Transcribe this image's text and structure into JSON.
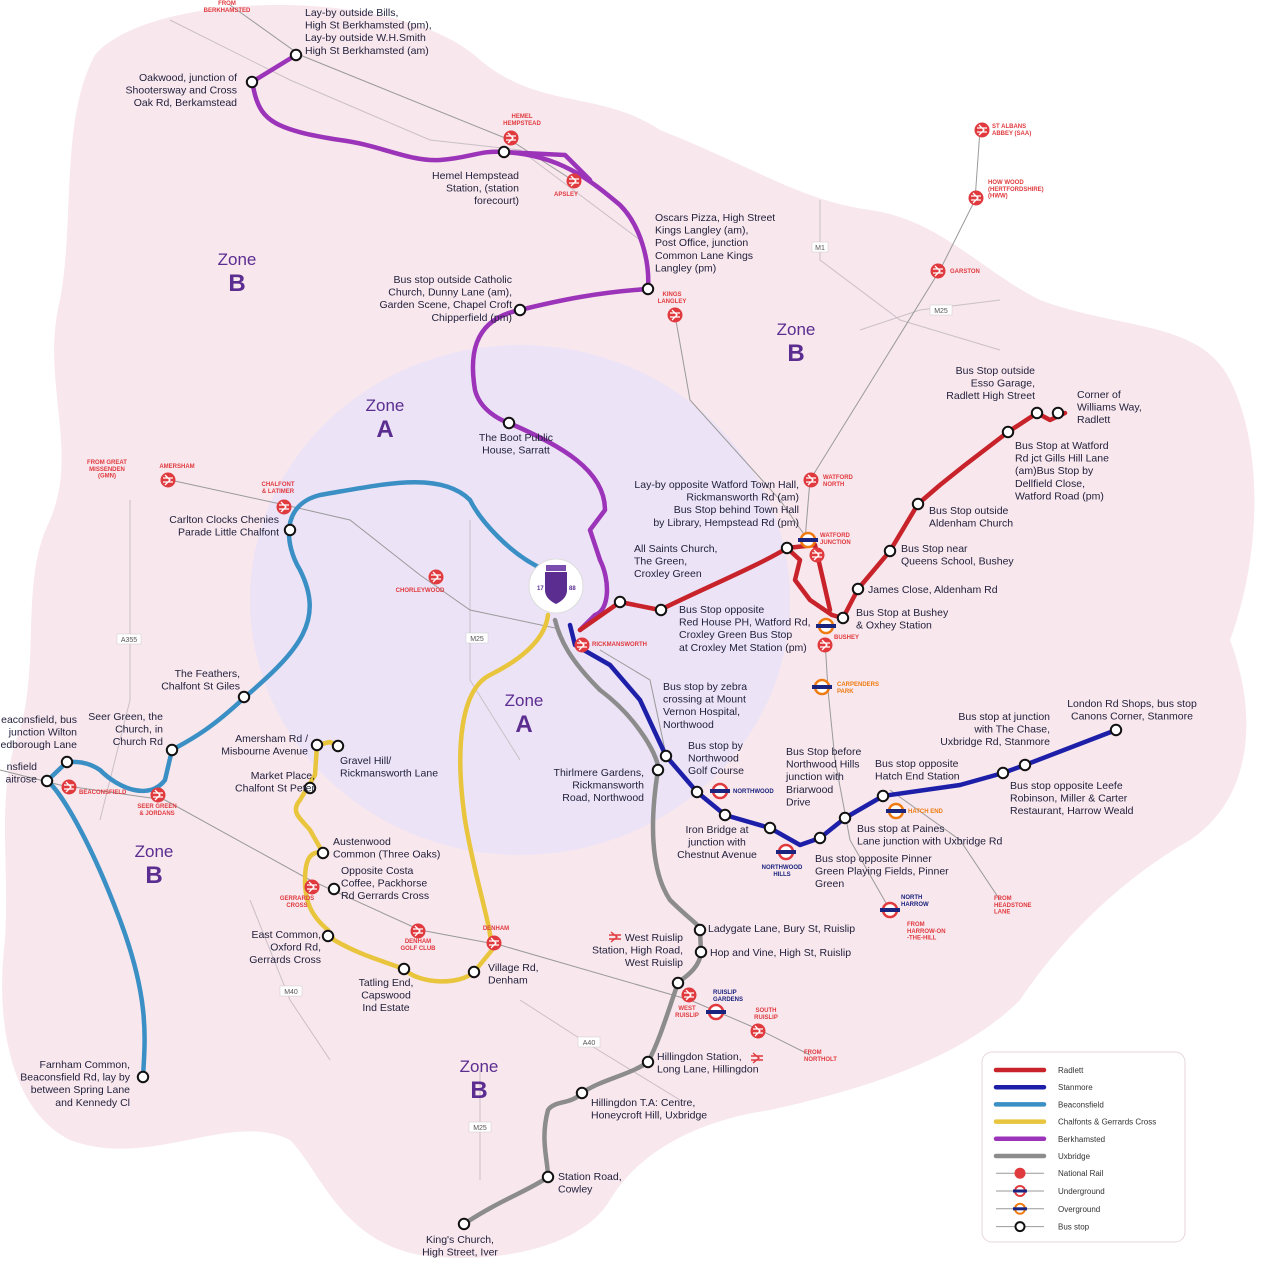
{
  "zones": [
    {
      "name": "Zone",
      "letter": "B",
      "id": "b-west"
    },
    {
      "name": "Zone",
      "letter": "B",
      "id": "b-east"
    },
    {
      "name": "Zone",
      "letter": "A",
      "id": "a-north"
    },
    {
      "name": "Zone",
      "letter": "A",
      "id": "a-south"
    },
    {
      "name": "Zone",
      "letter": "B",
      "id": "b-southwest"
    },
    {
      "name": "Zone",
      "letter": "B",
      "id": "b-south"
    }
  ],
  "roads": [
    "M1",
    "M25",
    "A355",
    "M25",
    "M40",
    "A40",
    "M25"
  ],
  "stops": {
    "berk1": [
      "Lay-by outside Bills,",
      "High St Berkhamsted (pm),",
      "Lay-by outside W.H.Smith",
      "High St Berkhamsted (am)"
    ],
    "oak": [
      "Oakwood, junction of",
      "Shootersway and Cross",
      "Oak Rd, Berkamstead"
    ],
    "hemel": [
      "Hemel Hempstead",
      "Station, (station",
      "forecourt)"
    ],
    "oscars": [
      "Oscars Pizza, High Street",
      "Kings Langley (am),",
      "Post Office, junction",
      "Common Lane Kings",
      "Langley (pm)"
    ],
    "catholic": [
      "Bus stop outside Catholic",
      "Church, Dunny Lane (am),",
      "Garden Scene, Chapel Croft",
      "Chipperfield (pm)"
    ],
    "boot": [
      "The Boot Public",
      "House, Sarratt"
    ],
    "watfordhall": [
      "Lay-by opposite Watford Town Hall,",
      "Rickmansworth Rd (am)",
      "Bus Stop behind Town Hall",
      "by Library, Hempstead Rd (pm)"
    ],
    "allsaints": [
      "All Saints Church,",
      "The Green,",
      "Croxley Green"
    ],
    "redhouse": [
      "Bus Stop opposite",
      "Red House PH, Watford Rd,",
      "Croxley Green Bus Stop",
      "at Croxley Met Station (pm)"
    ],
    "esso": [
      "Bus Stop outside",
      "Esso Garage,",
      "Radlett High Street"
    ],
    "williams": [
      "Corner of",
      "Williams Way,",
      "Radlett"
    ],
    "gills": [
      "Bus Stop at Watford",
      "Rd jct Gills Hill Lane",
      "(am)Bus Stop by",
      "Dellfield Close,",
      "Watford Road (pm)"
    ],
    "aldenham": [
      "Bus Stop outside",
      "Aldenham Church"
    ],
    "queens": [
      "Bus Stop near",
      "Queens School, Bushey"
    ],
    "james": [
      "James Close, Aldenham Rd"
    ],
    "bushey": [
      "Bus Stop at Bushey",
      "& Oxhey Station"
    ],
    "carlton": [
      "Carlton Clocks Chenies",
      "Parade Little Chalfont"
    ],
    "feathers": [
      "The Feathers,",
      "Chalfont St Giles"
    ],
    "seer": [
      "Seer Green, the",
      "Church, in",
      "Church Rd"
    ],
    "beacbus": [
      "eaconsfield, bus",
      "junction Wilton",
      "edborough Lane"
    ],
    "waitrose": [
      "nsfield",
      "aitrose"
    ],
    "amersham": [
      "Amersham Rd /",
      "Misbourne Avenue"
    ],
    "gravel": [
      "Gravel Hill/",
      "Rickmansworth Lane"
    ],
    "market": [
      "Market Place,",
      "Chalfont St Peter"
    ],
    "austen": [
      "Austenwood",
      "Common (Three Oaks)"
    ],
    "costa": [
      "Opposite Costa",
      "Coffee, Packhorse",
      "Rd Gerrards Cross"
    ],
    "eastcommon": [
      "East Common,",
      "Oxford Rd,",
      "Gerrards Cross"
    ],
    "tatling": [
      "Tatling End,",
      "Capswood",
      "Ind Estate"
    ],
    "village": [
      "Village Rd,",
      "Denham"
    ],
    "farnham": [
      "Farnham Common,",
      "Beaconsfield Rd, lay by",
      "between Spring Lane",
      "and Kennedy Cl"
    ],
    "zebra": [
      "Bus stop by zebra",
      "crossing at Mount",
      "Vernon Hospital,",
      "Northwood"
    ],
    "golf": [
      "Bus stop by",
      "Northwood",
      "Golf Course"
    ],
    "thirlmere": [
      "Thirlmere Gardens,",
      "Rickmansworth",
      "Road, Northwood"
    ],
    "ironbridge": [
      "Iron Bridge at",
      "junction with",
      "Chestnut Avenue"
    ],
    "briarwood": [
      "Bus Stop before",
      "Northwood Hills",
      "junction with",
      "Briarwood",
      "Drive"
    ],
    "hatchend": [
      "Bus stop opposite",
      "Hatch End Station"
    ],
    "chase": [
      "Bus stop at junction",
      "with The Chase,",
      "Uxbridge Rd, Stanmore"
    ],
    "canons": [
      "London Rd Shops, bus stop",
      "Canons Corner, Stanmore"
    ],
    "leefe": [
      "Bus stop opposite Leefe",
      "Robinson, Miller & Carter",
      "Restaurant, Harrow Weald"
    ],
    "paines": [
      "Bus stop at Paines",
      "Lane junction with Uxbridge Rd"
    ],
    "pinner": [
      "Bus stop opposite Pinner",
      "Green Playing Fields, Pinner",
      "Green"
    ],
    "ladygate": [
      "Ladygate Lane, Bury St, Ruislip"
    ],
    "hopvine": [
      "Hop and Vine, High St, Ruislip"
    ],
    "westruislip": [
      "West Ruislip",
      "Station, High Road,",
      "West Ruislip"
    ],
    "hillingdon": [
      "Hillingdon Station,",
      "Long Lane, Hillingdon"
    ],
    "hillta": [
      "Hillingdon T.A: Centre,",
      "Honeycroft Hill, Uxbridge"
    ],
    "cowley": [
      "Station Road,",
      "Cowley"
    ],
    "iver": [
      "King's Church,",
      "High Street, Iver"
    ]
  },
  "stations": {
    "from_berk": [
      "FROM",
      "BERKHAMSTED"
    ],
    "hemel": [
      "HEMEL",
      "HEMPSTEAD"
    ],
    "apsley": [
      "APSLEY"
    ],
    "kings": [
      "KINGS",
      "LANGLEY"
    ],
    "stalbans": [
      "ST ALBANS",
      "ABBEY (SAA)"
    ],
    "howwood": [
      "HOW WOOD",
      "(HERTFORDSHIRE)",
      "(HWW)"
    ],
    "garston": [
      "GARSTON"
    ],
    "watfordnorth": [
      "WATFORD",
      "NORTH"
    ],
    "watfordjn": [
      "WATFORD",
      "JUNCTION"
    ],
    "bushey": [
      "BUSHEY"
    ],
    "carpenders": [
      "CARPENDERS",
      "PARK"
    ],
    "amersham": [
      "AMERSHAM"
    ],
    "from_gmn": [
      "FROM GREAT",
      "MISSENDEN",
      "(GMN)"
    ],
    "chalfont": [
      "CHALFONT",
      "& LATIMER"
    ],
    "chorleywood": [
      "CHORLEYWOOD"
    ],
    "rickmansworth": [
      "RICKMANSWORTH"
    ],
    "beaconsfield": [
      "BEACONSFIELD"
    ],
    "seergreen": [
      "SEER GREEN",
      "& JORDANS"
    ],
    "gerrards": [
      "GERRARDS",
      "CROSS"
    ],
    "denhamgolf": [
      "DENHAM",
      "GOLF CLUB"
    ],
    "denham": [
      "DENHAM"
    ],
    "northwood": [
      "NORTHWOOD"
    ],
    "northwoodhills": [
      "NORTHWOOD",
      "HILLS"
    ],
    "hatchend": [
      "HATCH END"
    ],
    "northharrow": [
      "NORTH",
      "HARROW"
    ],
    "from_harrow": [
      "FROM",
      "HARROW-ON",
      "-THE-HILL"
    ],
    "from_headstone": [
      "FROM",
      "HEADSTONE",
      "LANE"
    ],
    "westruislip": [
      "WEST",
      "RUISLIP"
    ],
    "ruislipgardens": [
      "RUISLIP",
      "GARDENS"
    ],
    "southruislip": [
      "SOUTH",
      "RUISLIP"
    ],
    "from_northolt": [
      "FROM",
      "NORTHOLT"
    ]
  },
  "crest": {
    "left": "17",
    "right": "88"
  },
  "routes": [
    {
      "name": "Radlett",
      "color": "#c8232a"
    },
    {
      "name": "Stanmore",
      "color": "#1d1fa8"
    },
    {
      "name": "Beaconsfield",
      "color": "#3a8fc4"
    },
    {
      "name": "Chalfonts & Gerrards Cross",
      "color": "#e8c53d"
    },
    {
      "name": "Berkhamsted",
      "color": "#9b34b8"
    },
    {
      "name": "Uxbridge",
      "color": "#8c8c8c"
    }
  ],
  "legend": {
    "rail": "National Rail",
    "underground": "Underground",
    "overground": "Overground",
    "busstop": "Bus stop"
  },
  "colors": {
    "zoneB": "#f7e6ec",
    "zoneA": "#ebe4f7",
    "rail": "#e03a3e",
    "tube": "#1a237e",
    "overground": "#ef7b10"
  }
}
